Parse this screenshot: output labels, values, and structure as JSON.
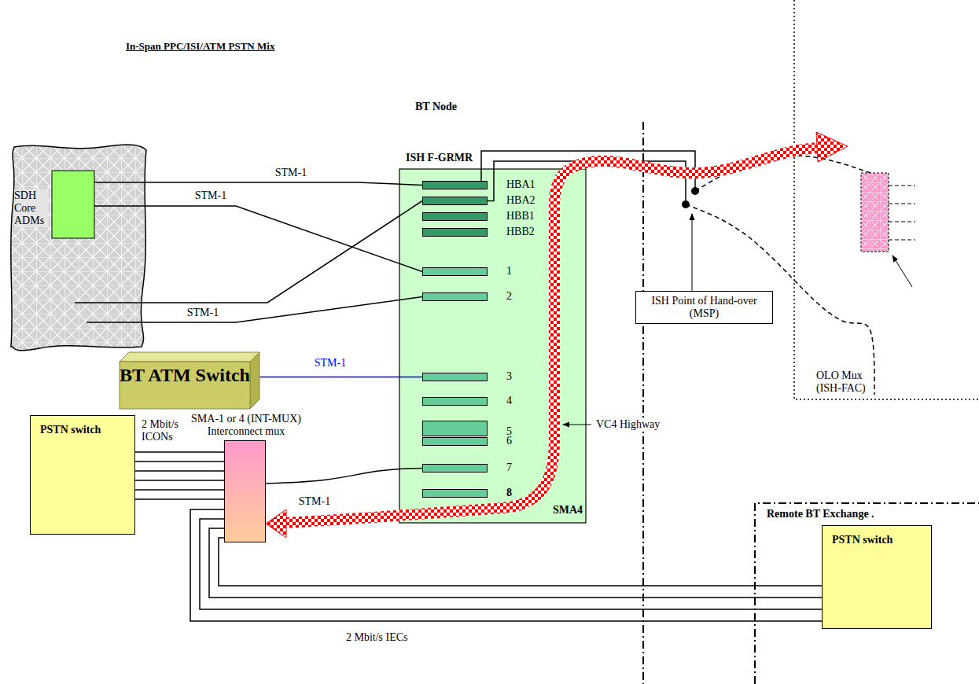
{
  "diagram": {
    "title": "In-Span PPC/ISI/ATM PSTN Mix",
    "nodes": [
      {
        "text": [
          "SDH Core ADMs"
        ]
      },
      {
        "text": [
          "ISH F-GRMR",
          "SMA4"
        ]
      },
      {
        "text": [
          "HBA1"
        ],
        "in": 1
      },
      {
        "text": [
          "HBA2"
        ],
        "in": 1
      },
      {
        "text": [
          "HBB1"
        ],
        "in": 1
      },
      {
        "text": [
          "HBB2"
        ],
        "in": 1
      },
      {
        "text": [
          "1"
        ],
        "in": 1
      },
      {
        "text": [
          "2"
        ],
        "in": 1
      },
      {
        "text": [
          "3"
        ],
        "in": 1
      },
      {
        "text": [
          "4"
        ],
        "in": 1
      },
      {
        "text": [
          "5"
        ],
        "in": 1
      },
      {
        "text": [
          "6"
        ],
        "in": 1
      },
      {
        "text": [
          "7"
        ],
        "in": 1
      },
      {
        "text": [
          "8"
        ],
        "in": 1
      },
      {
        "text": [
          "BT ATM Switch"
        ]
      },
      {
        "text": [
          "PSTN switch"
        ]
      },
      {
        "text": [
          "SMA-1 or 4 (INT-MUX) Interconnect mux"
        ]
      },
      {
        "text": [
          "ISH Point of Hand-over (MSP)"
        ]
      },
      {
        "text": [
          "OLO Mux (ISH-FAC)"
        ]
      },
      {
        "text": [
          "Remote BT Exchange ."
        ]
      },
      {
        "text": [
          "PSTN switch"
        ],
        "in": 19
      }
    ],
    "edges": [
      {
        "from": 0,
        "to": 2,
        "arrow": "none",
        "label": "STM-1"
      },
      {
        "from": 0,
        "to": 6,
        "arrow": "none",
        "label": "STM-1"
      },
      {
        "from": 0,
        "to": 3,
        "arrow": "none"
      },
      {
        "from": 0,
        "to": 7,
        "arrow": "none",
        "label": "STM-1"
      },
      {
        "from": 14,
        "to": 8,
        "arrow": "none",
        "label": "STM-1"
      },
      {
        "from": 16,
        "to": 12,
        "arrow": "none",
        "label": "STM-1"
      },
      {
        "from": 15,
        "to": 16,
        "arrow": "none"
      },
      {
        "from": 15,
        "to": 16,
        "arrow": "none"
      },
      {
        "from": 15,
        "to": 16,
        "arrow": "none"
      },
      {
        "from": 15,
        "to": 16,
        "arrow": "none"
      },
      {
        "from": 15,
        "to": 16,
        "arrow": "none"
      },
      {
        "from": 15,
        "to": 16,
        "arrow": "none"
      },
      {
        "from": 16,
        "to": 20,
        "arrow": "none"
      },
      {
        "from": 16,
        "to": 20,
        "arrow": "none"
      },
      {
        "from": 16,
        "to": 20,
        "arrow": "none"
      },
      {
        "from": 16,
        "to": 20,
        "arrow": "none"
      },
      {
        "from": 2,
        "to": 18,
        "arrow": "none"
      },
      {
        "from": 3,
        "to": 18,
        "arrow": "none"
      }
    ],
    "labels": [
      "BT Node",
      "VC4 Highway",
      "2 Mbit/s ICONs",
      "2 Mbit/s IECs"
    ]
  }
}
